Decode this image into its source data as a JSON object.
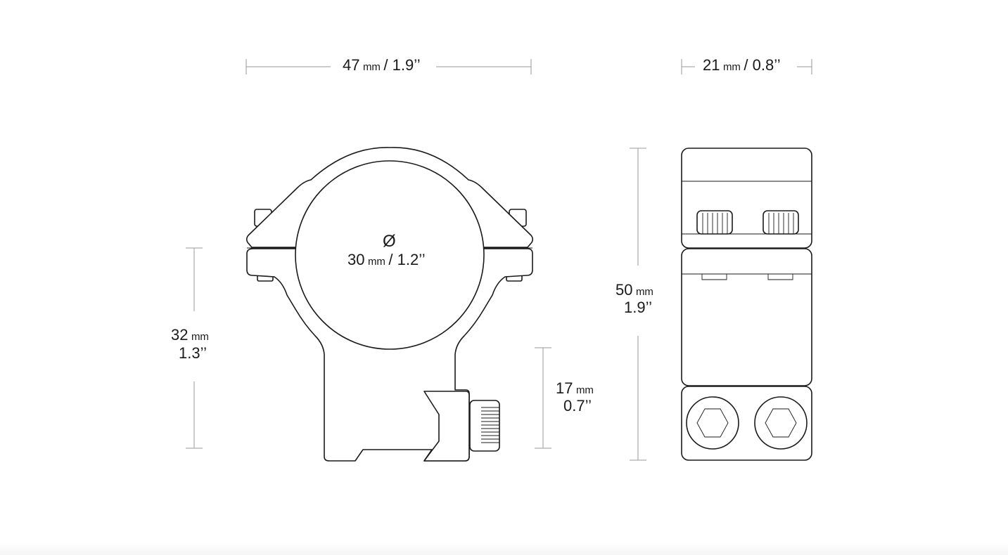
{
  "dimensions": {
    "ring_width": {
      "value": "47",
      "unit": "mm",
      "imperial": "/ 1.9’’"
    },
    "side_width": {
      "value": "21",
      "unit": "mm",
      "imperial": "/ 0.8’’"
    },
    "tube_diameter": {
      "symbol": "Ø",
      "value": "30",
      "unit": "mm",
      "imperial": "/ 1.2’’"
    },
    "center_height": {
      "value": "32",
      "unit": "mm",
      "imperial": "1.3’’"
    },
    "base_height": {
      "value": "17",
      "unit": "mm",
      "imperial": "0.7’’"
    },
    "total_height": {
      "value": "50",
      "unit": "mm",
      "imperial": "1.9’’"
    }
  },
  "colors": {
    "line": "#1a1a1a",
    "dimension_line": "#9a9a9a",
    "background": "#ffffff"
  }
}
